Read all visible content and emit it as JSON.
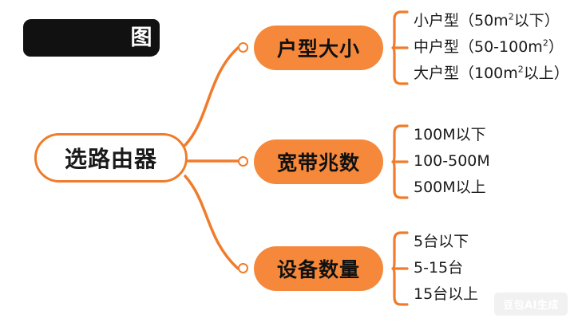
{
  "title_block": {
    "redacted": true,
    "visible_char": "图",
    "note": "title text blacked out"
  },
  "mindmap": {
    "root": {
      "label": "选路由器"
    },
    "branches": [
      {
        "label": "户型大小",
        "leaves": [
          {
            "text": "小户型（50m",
            "sup": "2",
            "tail": "以下）"
          },
          {
            "text": "中户型（50-100m",
            "sup": "2",
            "tail": "）"
          },
          {
            "text": "大户型（100m",
            "sup": "2",
            "tail": "以上）"
          }
        ]
      },
      {
        "label": "宽带兆数",
        "leaves": [
          {
            "text": "100M以下",
            "sup": "",
            "tail": ""
          },
          {
            "text": "100-500M",
            "sup": "",
            "tail": ""
          },
          {
            "text": "500M以上",
            "sup": "",
            "tail": ""
          }
        ]
      },
      {
        "label": "设备数量",
        "leaves": [
          {
            "text": "5台以下",
            "sup": "",
            "tail": ""
          },
          {
            "text": "5-15台",
            "sup": "",
            "tail": ""
          },
          {
            "text": "15台以上",
            "sup": "",
            "tail": ""
          }
        ]
      }
    ]
  },
  "watermark": {
    "label": "豆包AI生成"
  },
  "colors": {
    "accent": "#F5883A",
    "accent_line": "#F07C2B",
    "node_text": "#111111",
    "leaf_text": "#1b1b1b",
    "background": "#ffffff",
    "redaction": "#111111",
    "watermark_bg": "#f1f1f1",
    "watermark_text": "#ffffff"
  }
}
